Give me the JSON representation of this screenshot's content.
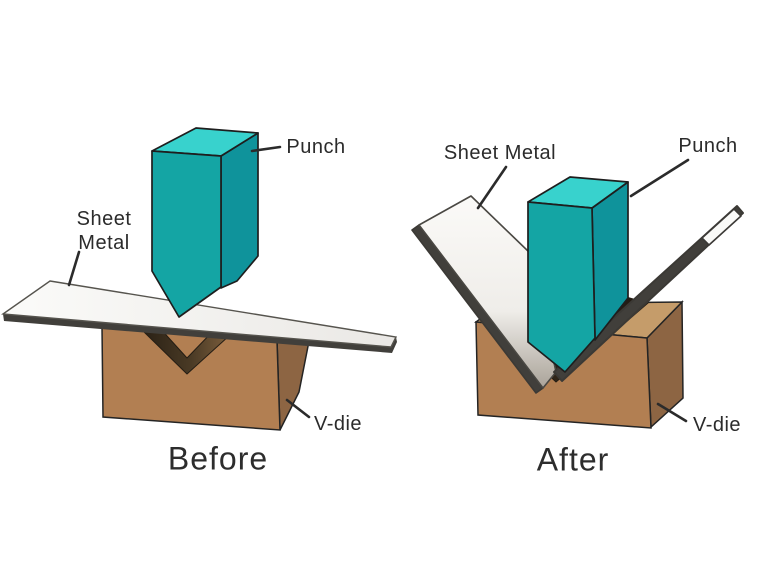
{
  "before": {
    "caption": "Before",
    "labels": {
      "punch": "Punch",
      "sheet_metal_line1": "Sheet",
      "sheet_metal_line2": "Metal",
      "v_die": "V-die"
    }
  },
  "after": {
    "caption": "After",
    "labels": {
      "punch": "Punch",
      "sheet_metal": "Sheet Metal",
      "v_die": "V-die"
    }
  },
  "colors": {
    "punch_top": "#38d2cd",
    "punch_front": "#14a5a4",
    "punch_side": "#0f939b",
    "die_top": "#c59c6a",
    "die_front": "#b27f52",
    "die_side": "#8d6543",
    "sheet_face": "#f8f7f5",
    "sheet_edge": "#413f3b",
    "outline": "#1e1e1e",
    "leader_line": "#2b2b2b",
    "label_text": "#2b2b2b",
    "background": "#ffffff"
  }
}
